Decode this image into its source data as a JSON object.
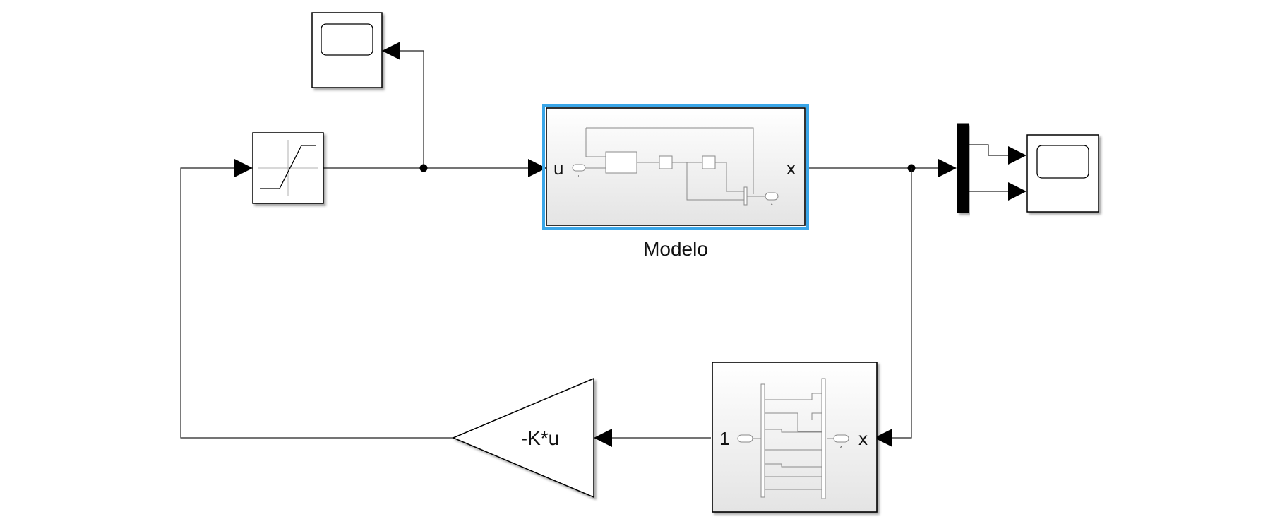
{
  "diagram": {
    "subsystem_name": "Modelo",
    "subsystem_input_port": "u",
    "subsystem_output_port": "x",
    "gain_label": "-K*u",
    "selector_input_port": "x",
    "selector_output_port": "1",
    "inner_inport_label": "u",
    "inner_outport_label": "x",
    "selector_inner_inport_label": "x"
  },
  "colors": {
    "selection_highlight": "#3aa6e8",
    "block_fill_gradient_bottom": "#e6e6e6",
    "wire": "#222222",
    "mux_bar": "#000000"
  }
}
